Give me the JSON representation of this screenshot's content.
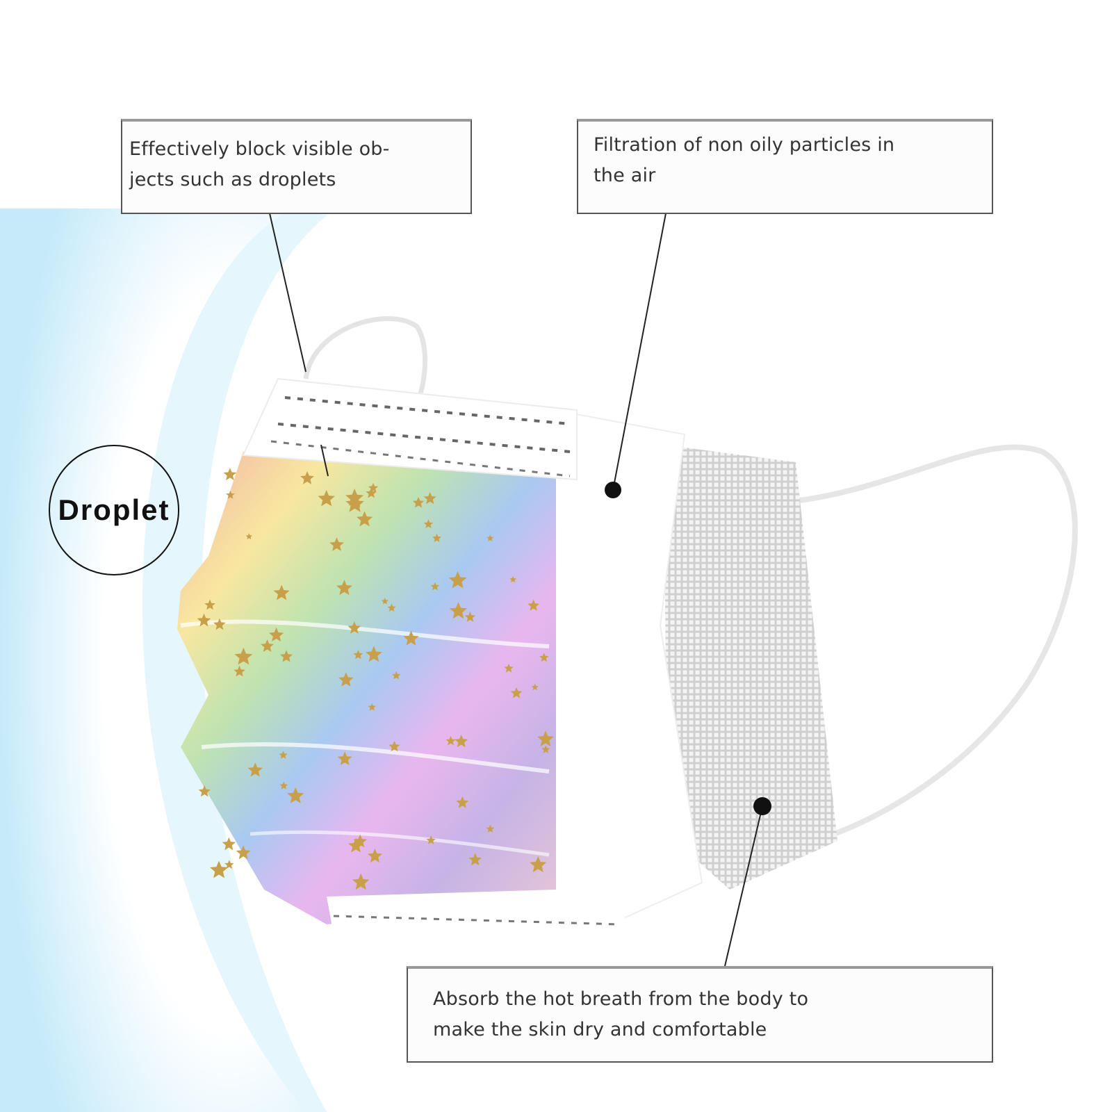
{
  "callouts": {
    "top_left": "Effectively block visible objects such as droplets",
    "top_left_lines": [
      "Effectively block visible ob-",
      "jects such as droplets"
    ],
    "top_right_lines": [
      "Filtration of non oily particles in",
      "the air"
    ],
    "bottom_lines": [
      "Absorb the hot breath from the body to",
      "make the skin dry and comfortable"
    ]
  },
  "droplet_label": "Droplet",
  "colors": {
    "shield_blue": "#cdeefb",
    "rainbow": [
      "#f4a8a0",
      "#f9e79a",
      "#b9e0a8",
      "#a8c8f2",
      "#e7b3f0"
    ],
    "star_gold": "#c9a04a",
    "leader_line": "#222222"
  }
}
